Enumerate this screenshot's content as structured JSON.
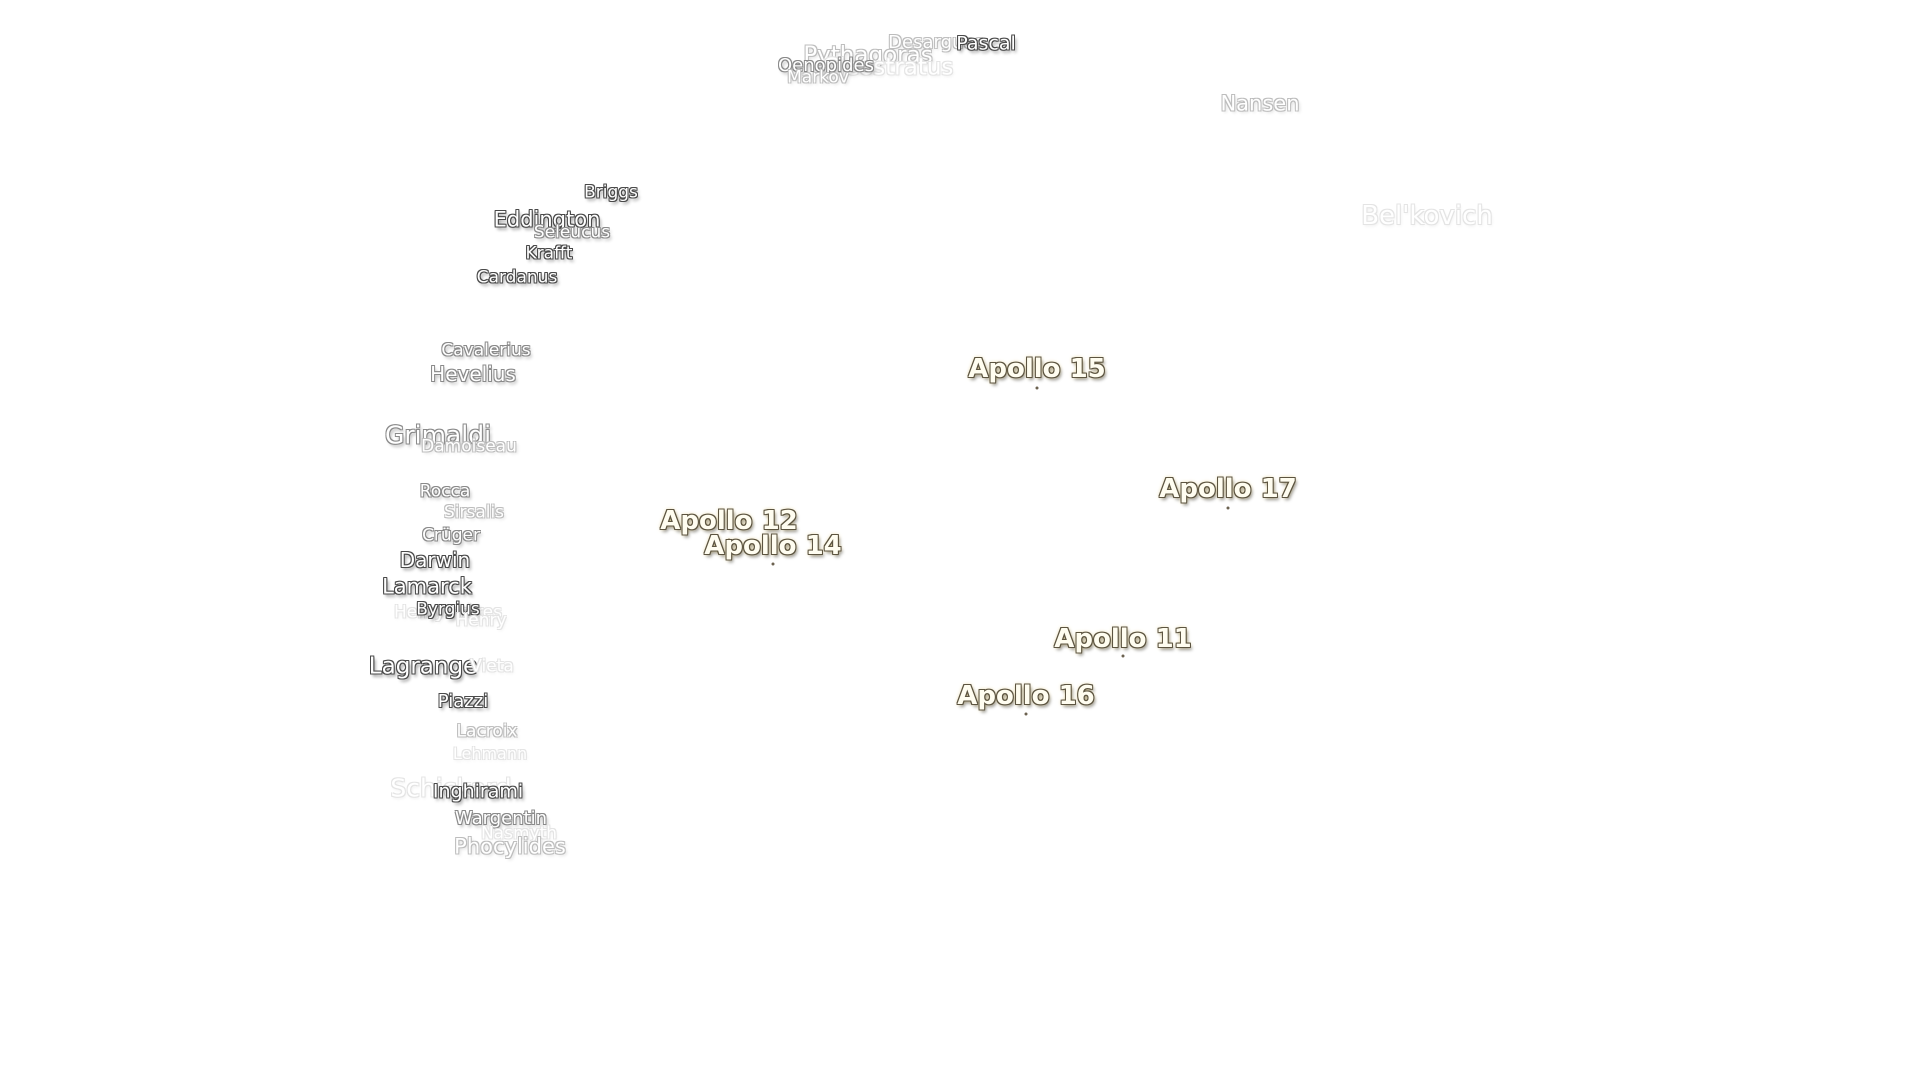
{
  "craters": [
    {
      "name": "Desargues",
      "cls": "far"
    },
    {
      "name": "Pascal",
      "cls": "near"
    },
    {
      "name": "Pythagoras",
      "cls": "far"
    },
    {
      "name": "Cleostratus",
      "cls": "ghost"
    },
    {
      "name": "Oenopides",
      "cls": "mid"
    },
    {
      "name": "Markov",
      "cls": "far"
    },
    {
      "name": "Nansen",
      "cls": "far"
    },
    {
      "name": "Bel'kovich",
      "cls": "ghost"
    },
    {
      "name": "Briggs",
      "cls": "near"
    },
    {
      "name": "Eddington",
      "cls": "near"
    },
    {
      "name": "Seleucus",
      "cls": "mid"
    },
    {
      "name": "Krafft",
      "cls": "near"
    },
    {
      "name": "Cardanus",
      "cls": "near"
    },
    {
      "name": "Cavalerius",
      "cls": "mid"
    },
    {
      "name": "Hevelius",
      "cls": "mid"
    },
    {
      "name": "Grimaldi",
      "cls": "mid"
    },
    {
      "name": "Damoiseau",
      "cls": "far"
    },
    {
      "name": "Rocca",
      "cls": "mid"
    },
    {
      "name": "Sirsalis",
      "cls": "far"
    },
    {
      "name": "Crüger",
      "cls": "mid"
    },
    {
      "name": "Darwin",
      "cls": "near"
    },
    {
      "name": "Lamarck",
      "cls": "near"
    },
    {
      "name": "Henry Frères",
      "cls": "ghost"
    },
    {
      "name": "Byrgius",
      "cls": "near"
    },
    {
      "name": "Henry",
      "cls": "ghost"
    },
    {
      "name": "Lagrange",
      "cls": "near"
    },
    {
      "name": "Vieta",
      "cls": "ghost"
    },
    {
      "name": "Piazzi",
      "cls": "near"
    },
    {
      "name": "Lacroix",
      "cls": "far"
    },
    {
      "name": "Lehmann",
      "cls": "ghost"
    },
    {
      "name": "Schickard",
      "cls": "ghost"
    },
    {
      "name": "Inghirami",
      "cls": "near"
    },
    {
      "name": "Wargentin",
      "cls": "mid"
    },
    {
      "name": "Nasmyth",
      "cls": "ghost"
    },
    {
      "name": "Phocylides",
      "cls": "far"
    }
  ],
  "landing_sites": [
    {
      "name": "Apollo 15"
    },
    {
      "name": "Apollo 17"
    },
    {
      "name": "Apollo 12"
    },
    {
      "name": "Apollo 14"
    },
    {
      "name": "Apollo 11"
    },
    {
      "name": "Apollo 16"
    }
  ],
  "colors": {
    "apollo_fill": "#fffdf0",
    "apollo_glow": "#d8c27a",
    "crater_fill": "#ffffff"
  }
}
